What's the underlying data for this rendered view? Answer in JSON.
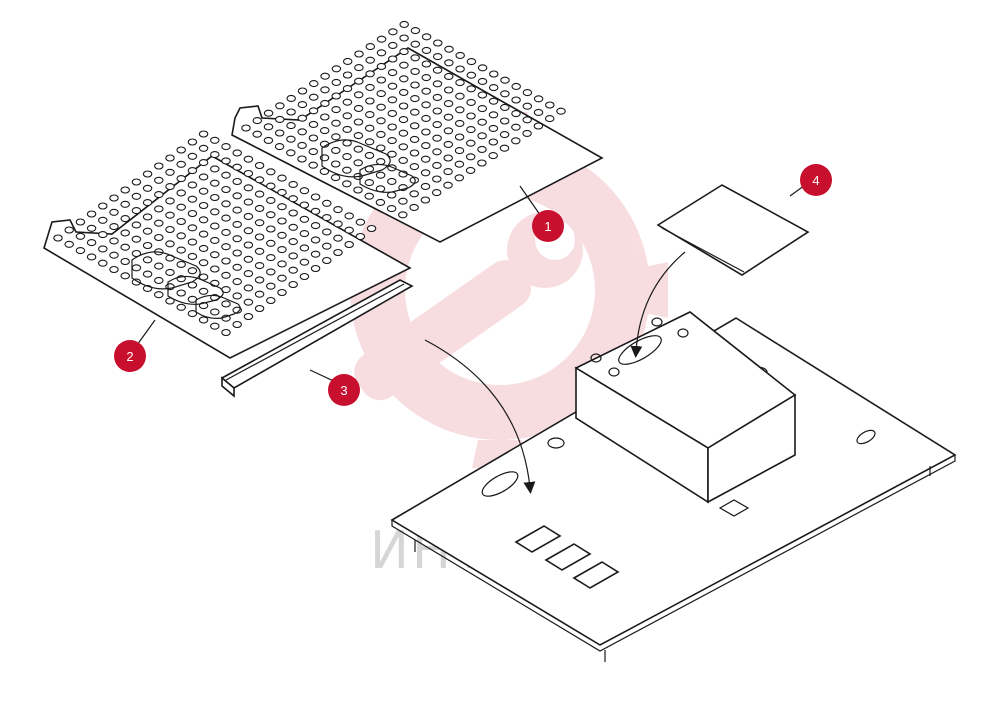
{
  "diagram": {
    "callouts": [
      {
        "id": "1",
        "text": "1"
      },
      {
        "id": "2",
        "text": "2"
      },
      {
        "id": "3",
        "text": "3"
      },
      {
        "id": "4",
        "text": "4"
      }
    ],
    "watermark": "ИНТЕХ",
    "colors": {
      "callout_fill": "#c8102e",
      "line": "#1a1a1a",
      "watermark_logo": "#f2c2c8",
      "watermark_text": "#d6d6d6"
    }
  }
}
